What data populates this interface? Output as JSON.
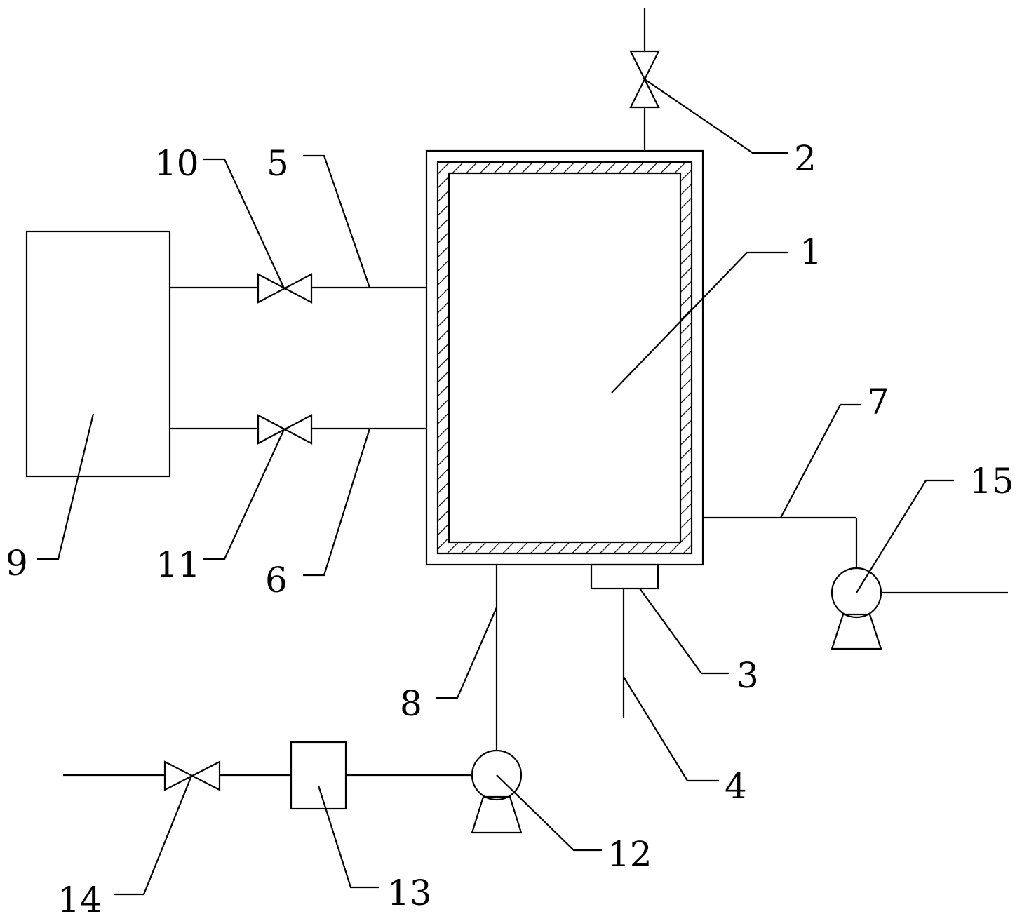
{
  "diagram": {
    "labels": {
      "l1": "1",
      "l2": "2",
      "l3": "3",
      "l4": "4",
      "l5": "5",
      "l6": "6",
      "l7": "7",
      "l8": "8",
      "l9": "9",
      "l10": "10",
      "l11": "11",
      "l12": "12",
      "l13": "13",
      "l14": "14",
      "l15": "15"
    }
  }
}
